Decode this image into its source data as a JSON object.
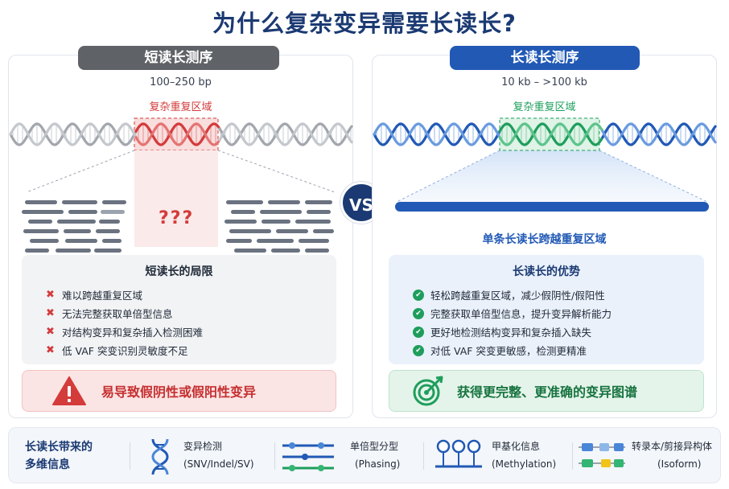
{
  "title": "为什么复杂变异需要长读长?",
  "vs_label": "VS",
  "short_read": {
    "header": "短读长测序",
    "range": "100–250 bp",
    "region_label": "复杂重复区域",
    "unknown_marker": "???",
    "limits_title": "短读长的局限",
    "limits": [
      "难以跨越重复区域",
      "无法完整获取单倍型信息",
      "对结构变异和复杂插入检测困难",
      "低 VAF 突变识别灵敏度不足"
    ],
    "conclusion": "易导致假阴性或假阳性变异"
  },
  "long_read": {
    "header": "长读长测序",
    "range": "10 kb – >100 kb",
    "region_label": "复杂重复区域",
    "span_label": "单条长读长跨越重复区域",
    "advantages_title": "长读长的优势",
    "advantages": [
      "轻松跨越重复区域，减少假阴性/假阳性",
      "完整获取单倍型信息，提升变异解析能力",
      "更好地检测结构变异和复杂插入缺失",
      "对低 VAF 突变更敏感，检测更精准"
    ],
    "conclusion": "获得更完整、更准确的变异图谱"
  },
  "footer": {
    "title_line1": "长读长带来的",
    "title_line2": "多维信息",
    "items": [
      {
        "name": "变异检测",
        "sub": "(SNV/Indel/SV)",
        "icon": "dna-icon"
      },
      {
        "name": "单倍型分型",
        "sub": "(Phasing)",
        "icon": "phasing-icon"
      },
      {
        "name": "甲基化信息",
        "sub": "(Methylation)",
        "icon": "methylation-icon"
      },
      {
        "name": "转录本/剪接异构体",
        "sub": "(Isoform)",
        "icon": "isoform-icon"
      }
    ]
  },
  "colors": {
    "navy": "#1b3a73",
    "blue": "#2159b5",
    "red": "#d43b3b",
    "green": "#1e9e5c",
    "grey": "#5f6266"
  }
}
